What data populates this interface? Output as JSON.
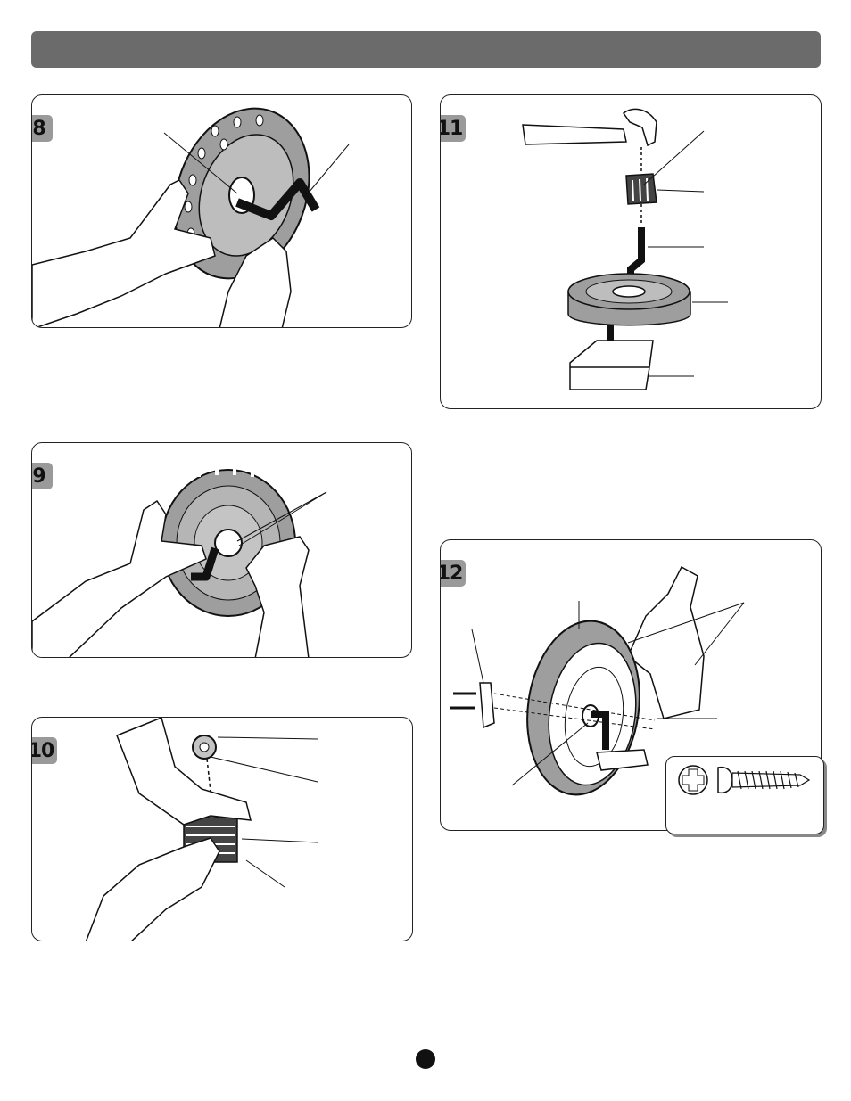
{
  "steps": {
    "s8": "8",
    "s9": "9",
    "s10": "10",
    "s11": "11",
    "s12": "12"
  },
  "icons": {
    "hammer": "hammer-icon",
    "wheel": "wheel-icon",
    "screw": "screw-icon"
  },
  "colors": {
    "header": "#6b6b6b",
    "badge": "#9a9a9a",
    "tire": "#9e9e9e"
  }
}
